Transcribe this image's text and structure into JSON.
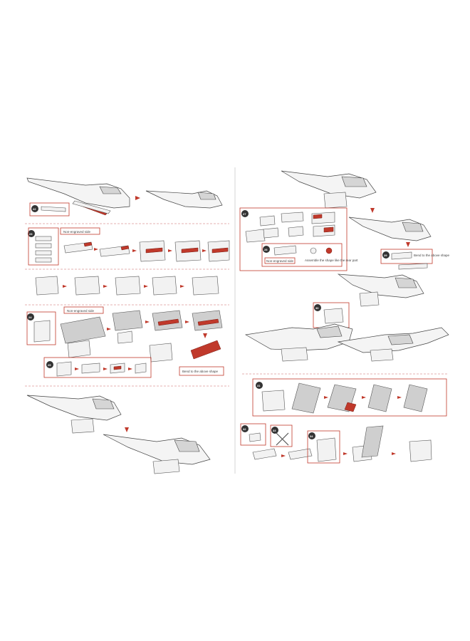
{
  "labels": {
    "non_engraved_side_1": "Non-engraved side",
    "non_engraved_side_2": "Non-engraved side",
    "non_engraved_side_3": "Non-engraved side",
    "bend_above_1": "Bend to the above shape",
    "bend_above_2": "Bend to the above shape",
    "assemble_note": "Assemble the shape like the rear part"
  },
  "colors": {
    "accent": "#c0392b",
    "line": "#555555"
  },
  "step_badges": [
    {
      "n": "22"
    },
    {
      "n": "23"
    },
    {
      "n": "24"
    },
    {
      "n": "25"
    },
    {
      "n": "27"
    },
    {
      "n": "28"
    },
    {
      "n": "29"
    },
    {
      "n": "30"
    },
    {
      "n": "31"
    },
    {
      "n": "32"
    },
    {
      "n": "33"
    },
    {
      "n": "34"
    }
  ]
}
